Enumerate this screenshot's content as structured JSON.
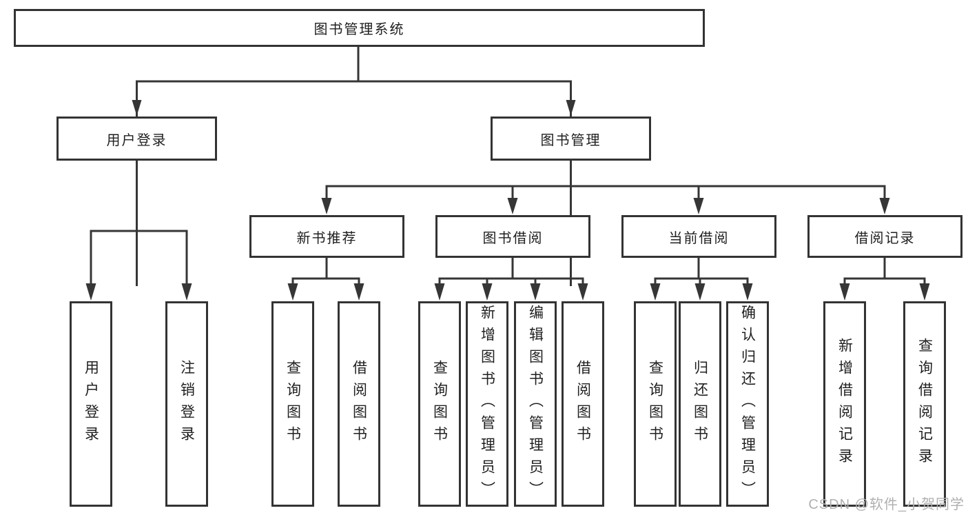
{
  "tree": {
    "label": "图书管理系统",
    "children": [
      {
        "label": "用户登录",
        "children": [
          {
            "label": "用户登录"
          },
          {
            "label": "注销登录"
          }
        ]
      },
      {
        "label": "图书管理",
        "children": [
          {
            "label": "新书推荐",
            "children": [
              {
                "label": "查询图书"
              },
              {
                "label": "借阅图书"
              }
            ]
          },
          {
            "label": "图书借阅",
            "children": [
              {
                "label": "查询图书"
              },
              {
                "label": "新增图书（管理员）"
              },
              {
                "label": "编辑图书（管理员）"
              },
              {
                "label": "借阅图书"
              }
            ]
          },
          {
            "label": "当前借阅",
            "children": [
              {
                "label": "查询图书"
              },
              {
                "label": "归还图书"
              },
              {
                "label": "确认归还（管理员）"
              }
            ]
          },
          {
            "label": "借阅记录",
            "children": [
              {
                "label": "新增借阅记录"
              },
              {
                "label": "查询借阅记录"
              }
            ]
          }
        ]
      }
    ]
  },
  "watermark": {
    "text": "CSDN @软件_小贺同学"
  },
  "colors": {
    "line": "#363636",
    "box_border": "#333333",
    "text": "#1f1f1f",
    "watermark": "#b0b0b0",
    "background": "#ffffff"
  }
}
